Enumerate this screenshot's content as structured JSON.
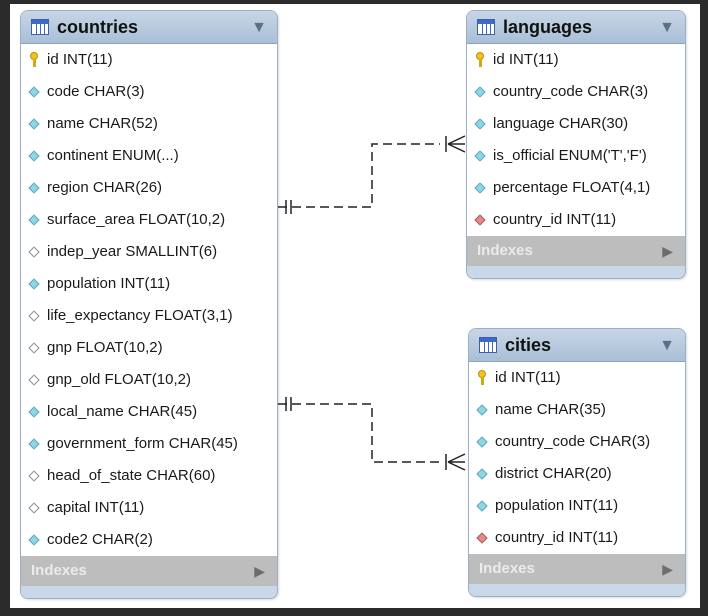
{
  "tables": {
    "countries": {
      "title": "countries",
      "columns": [
        {
          "text": "id INT(11)",
          "icon": "primary-key-icon"
        },
        {
          "text": "code CHAR(3)",
          "icon": "column-diamond-icon"
        },
        {
          "text": "name CHAR(52)",
          "icon": "column-diamond-icon"
        },
        {
          "text": "continent ENUM(...)",
          "icon": "column-diamond-icon"
        },
        {
          "text": "region CHAR(26)",
          "icon": "column-diamond-icon"
        },
        {
          "text": "surface_area FLOAT(10,2)",
          "icon": "column-diamond-icon"
        },
        {
          "text": "indep_year SMALLINT(6)",
          "icon": "nullable-column-diamond-icon"
        },
        {
          "text": "population INT(11)",
          "icon": "column-diamond-icon"
        },
        {
          "text": "life_expectancy FLOAT(3,1)",
          "icon": "nullable-column-diamond-icon"
        },
        {
          "text": "gnp FLOAT(10,2)",
          "icon": "nullable-column-diamond-icon"
        },
        {
          "text": "gnp_old FLOAT(10,2)",
          "icon": "nullable-column-diamond-icon"
        },
        {
          "text": "local_name CHAR(45)",
          "icon": "column-diamond-icon"
        },
        {
          "text": "government_form CHAR(45)",
          "icon": "column-diamond-icon"
        },
        {
          "text": "head_of_state CHAR(60)",
          "icon": "nullable-column-diamond-icon"
        },
        {
          "text": "capital INT(11)",
          "icon": "nullable-column-diamond-icon"
        },
        {
          "text": "code2 CHAR(2)",
          "icon": "column-diamond-icon"
        }
      ],
      "indexes_label": "Indexes"
    },
    "languages": {
      "title": "languages",
      "columns": [
        {
          "text": "id INT(11)",
          "icon": "primary-key-icon"
        },
        {
          "text": "country_code CHAR(3)",
          "icon": "column-diamond-icon"
        },
        {
          "text": "language CHAR(30)",
          "icon": "column-diamond-icon"
        },
        {
          "text": "is_official ENUM('T','F')",
          "icon": "column-diamond-icon"
        },
        {
          "text": "percentage FLOAT(4,1)",
          "icon": "column-diamond-icon"
        },
        {
          "text": "country_id INT(11)",
          "icon": "foreign-key-diamond-icon"
        }
      ],
      "indexes_label": "Indexes"
    },
    "cities": {
      "title": "cities",
      "columns": [
        {
          "text": "id INT(11)",
          "icon": "primary-key-icon"
        },
        {
          "text": "name CHAR(35)",
          "icon": "column-diamond-icon"
        },
        {
          "text": "country_code CHAR(3)",
          "icon": "column-diamond-icon"
        },
        {
          "text": "district CHAR(20)",
          "icon": "column-diamond-icon"
        },
        {
          "text": "population INT(11)",
          "icon": "column-diamond-icon"
        },
        {
          "text": "country_id INT(11)",
          "icon": "foreign-key-diamond-icon"
        }
      ],
      "indexes_label": "Indexes"
    }
  },
  "relationships": [
    {
      "from": "countries",
      "to": "languages",
      "type": "one-to-many"
    },
    {
      "from": "countries",
      "to": "cities",
      "type": "one-to-many"
    }
  ],
  "colors": {
    "header": "#b4c8dc",
    "pk_key": "#f0c419",
    "column_diamond": "#8ed6e6",
    "fk_diamond": "#e08a8a",
    "indexes_bar": "#bdbdbd"
  }
}
